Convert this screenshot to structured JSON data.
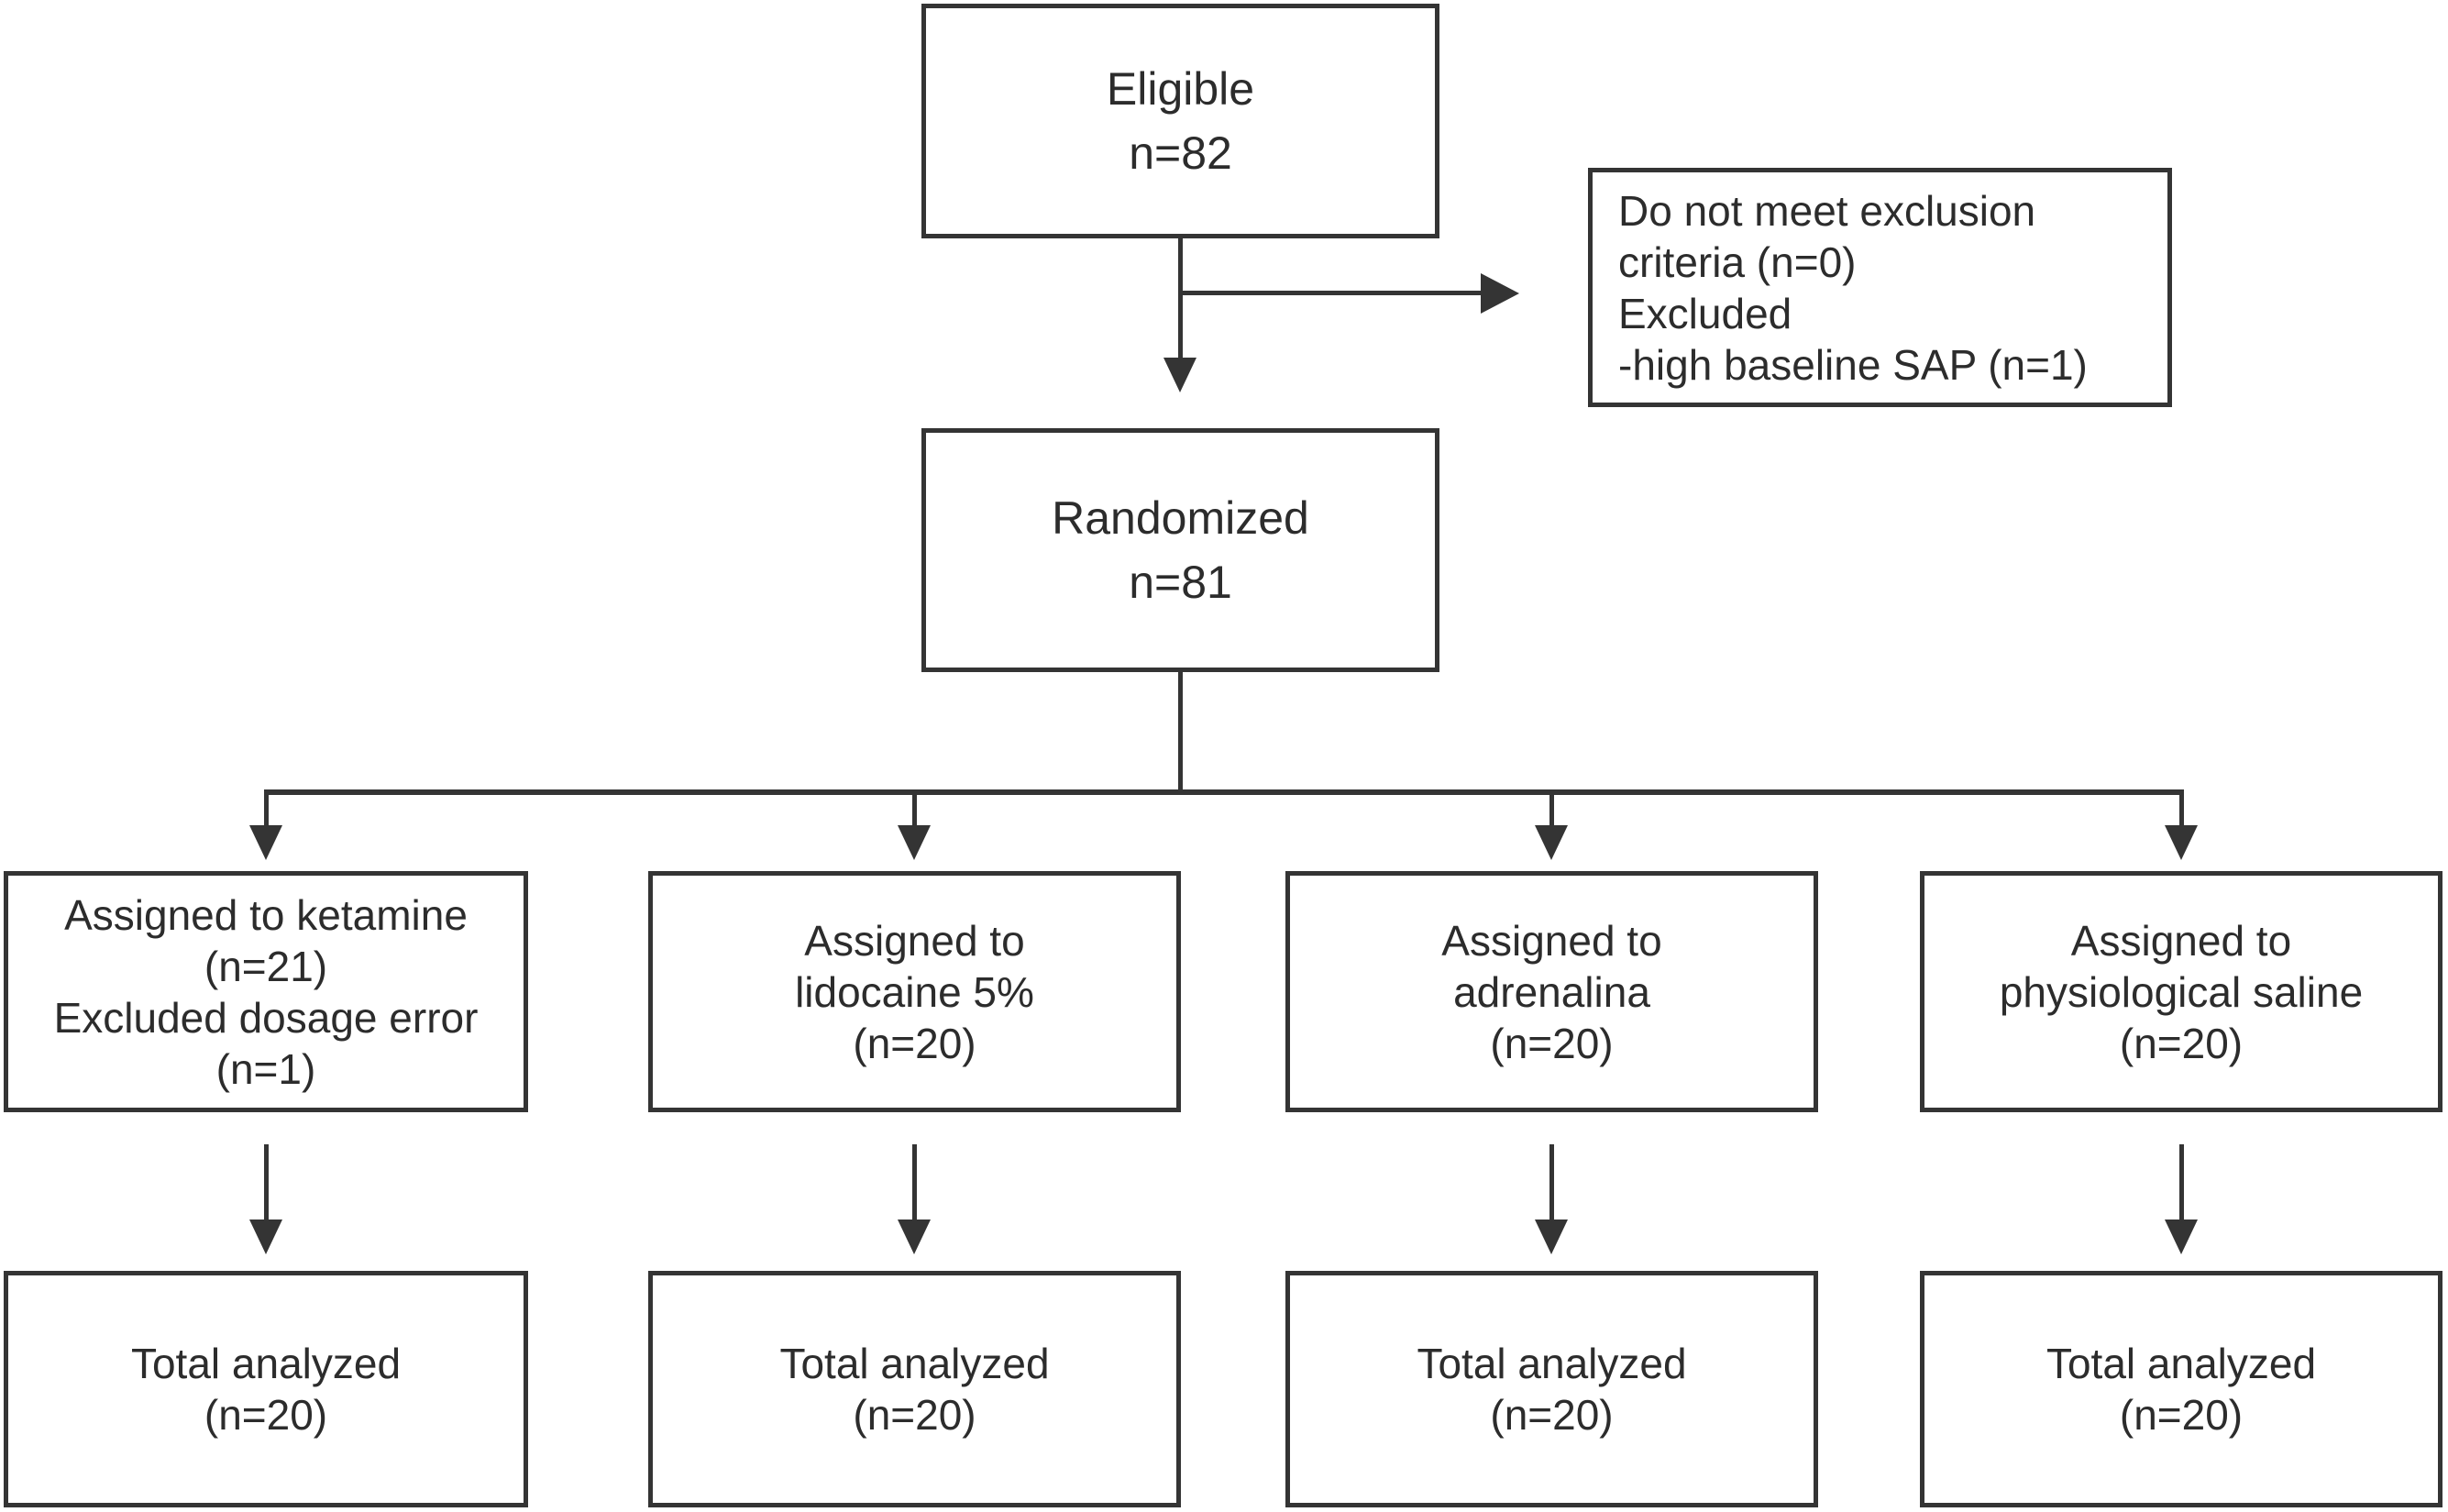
{
  "colors": {
    "line": "#343434",
    "text": "#2c2c2c",
    "background": "#ffffff"
  },
  "nodes": {
    "eligible": {
      "lines": [
        "Eligible",
        "n=82"
      ]
    },
    "exclusion_note": {
      "lines": [
        "Do not meet exclusion",
        "criteria (n=0)",
        "Excluded",
        "-high baseline SAP (n=1)"
      ]
    },
    "randomized": {
      "lines": [
        "Randomized",
        "n=81"
      ]
    },
    "arm_ketamine": {
      "lines": [
        "Assigned to ketamine",
        "(n=21)",
        "Excluded dosage error",
        "(n=1)"
      ]
    },
    "arm_lidocaine": {
      "lines": [
        "Assigned to",
        "lidocaine 5%",
        "(n=20)"
      ]
    },
    "arm_adrenalina": {
      "lines": [
        "Assigned to",
        "adrenalina",
        "(n=20)"
      ]
    },
    "arm_saline": {
      "lines": [
        "Assigned to",
        "physiological saline",
        "(n=20)"
      ]
    },
    "analyzed_ketamine": {
      "lines": [
        "Total analyzed",
        "(n=20)"
      ]
    },
    "analyzed_lidocaine": {
      "lines": [
        "Total analyzed",
        "(n=20)"
      ]
    },
    "analyzed_adrenalina": {
      "lines": [
        "Total analyzed",
        "(n=20)"
      ]
    },
    "analyzed_saline": {
      "lines": [
        "Total analyzed",
        "(n=20)"
      ]
    }
  }
}
